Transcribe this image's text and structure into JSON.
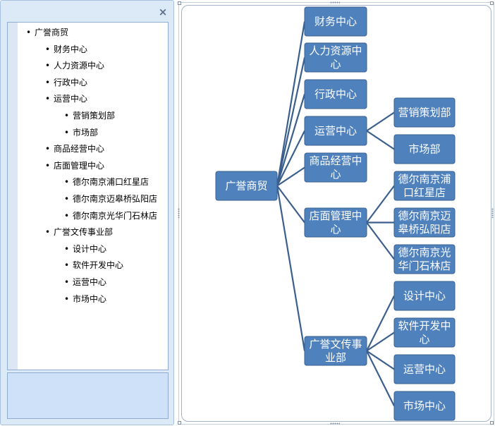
{
  "text_pane": {
    "close_label": "×",
    "items": [
      {
        "text": "广誉商贸",
        "level": 0
      },
      {
        "text": "财务中心",
        "level": 1
      },
      {
        "text": "人力资源中心",
        "level": 1
      },
      {
        "text": "行政中心",
        "level": 1
      },
      {
        "text": "运营中心",
        "level": 1
      },
      {
        "text": "营销策划部",
        "level": 2
      },
      {
        "text": "市场部",
        "level": 2
      },
      {
        "text": "商品经营中心",
        "level": 1
      },
      {
        "text": "店面管理中心",
        "level": 1
      },
      {
        "text": "德尔南京浦口红星店",
        "level": 2
      },
      {
        "text": "德尔南京迈皋桥弘阳店",
        "level": 2
      },
      {
        "text": "德尔南京光华门石林店",
        "level": 2
      },
      {
        "text": "广誉文传事业部",
        "level": 1
      },
      {
        "text": "设计中心",
        "level": 2
      },
      {
        "text": "软件开发中心",
        "level": 2
      },
      {
        "text": "运营中心",
        "level": 2
      },
      {
        "text": "市场中心",
        "level": 2
      }
    ]
  },
  "org_chart": {
    "root": {
      "lines": [
        "广誉商贸"
      ]
    },
    "level1": [
      {
        "lines": [
          "财务中心"
        ]
      },
      {
        "lines": [
          "人力资源中",
          "心"
        ]
      },
      {
        "lines": [
          "行政中心"
        ]
      },
      {
        "lines": [
          "运营中心"
        ]
      },
      {
        "lines": [
          "商品经营中",
          "心"
        ]
      },
      {
        "lines": [
          "店面管理中",
          "心"
        ]
      },
      {
        "lines": [
          "广誉文传事",
          "业部"
        ]
      }
    ],
    "level2": [
      {
        "parent": 3,
        "lines": [
          "营销策划部"
        ]
      },
      {
        "parent": 3,
        "lines": [
          "市场部"
        ]
      },
      {
        "parent": 5,
        "lines": [
          "德尔南京浦",
          "口红星店"
        ]
      },
      {
        "parent": 5,
        "lines": [
          "德尔南京迈",
          "皋桥弘阳店"
        ]
      },
      {
        "parent": 5,
        "lines": [
          "德尔南京光",
          "华门石林店"
        ]
      },
      {
        "parent": 6,
        "lines": [
          "设计中心"
        ]
      },
      {
        "parent": 6,
        "lines": [
          "软件开发中",
          "心"
        ]
      },
      {
        "parent": 6,
        "lines": [
          "运营中心"
        ]
      },
      {
        "parent": 6,
        "lines": [
          "市场中心"
        ]
      }
    ],
    "colors": {
      "box": "#4f81bd",
      "connector": "#3b5f8c",
      "text": "#ffffff"
    }
  }
}
